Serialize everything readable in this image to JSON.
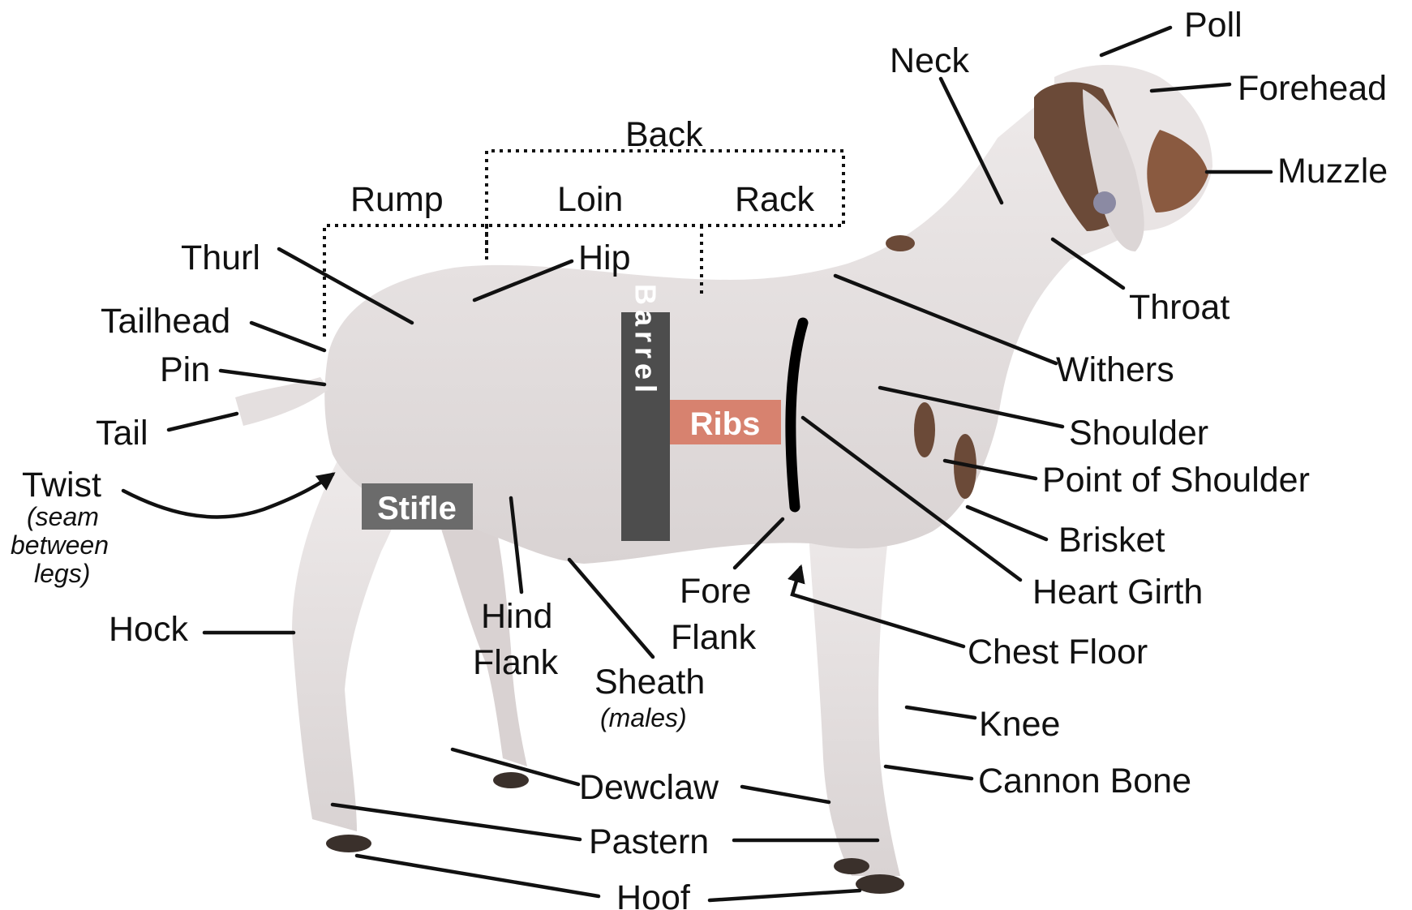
{
  "labels": {
    "poll": "Poll",
    "neck": "Neck",
    "forehead": "Forehead",
    "muzzle": "Muzzle",
    "back": "Back",
    "rump": "Rump",
    "loin": "Loin",
    "rack": "Rack",
    "thurl": "Thurl",
    "hip": "Hip",
    "throat": "Throat",
    "tailhead": "Tailhead",
    "withers": "Withers",
    "pin": "Pin",
    "barrel": "Barrel",
    "ribs": "Ribs",
    "tail": "Tail",
    "shoulder": "Shoulder",
    "point_of_shoulder": "Point of Shoulder",
    "twist": "Twist",
    "twist_note_1": "(seam",
    "twist_note_2": "between",
    "twist_note_3": "legs)",
    "stifle": "Stifle",
    "brisket": "Brisket",
    "heart_girth": "Heart Girth",
    "hind_flank_1": "Hind",
    "hind_flank_2": "Flank",
    "fore_flank_1": "Fore",
    "fore_flank_2": "Flank",
    "hock": "Hock",
    "chest_floor": "Chest Floor",
    "sheath": "Sheath",
    "sheath_note": "(males)",
    "knee": "Knee",
    "dewclaw": "Dewclaw",
    "cannon_bone": "Cannon Bone",
    "pastern": "Pastern",
    "hoof": "Hoof"
  },
  "colors": {
    "body": "#e4dfdf",
    "spots": "#6b4a38",
    "ribs_box": "#d7826f",
    "barrel_box": "#4d4d4d",
    "stifle_box": "#6b6b6b"
  }
}
